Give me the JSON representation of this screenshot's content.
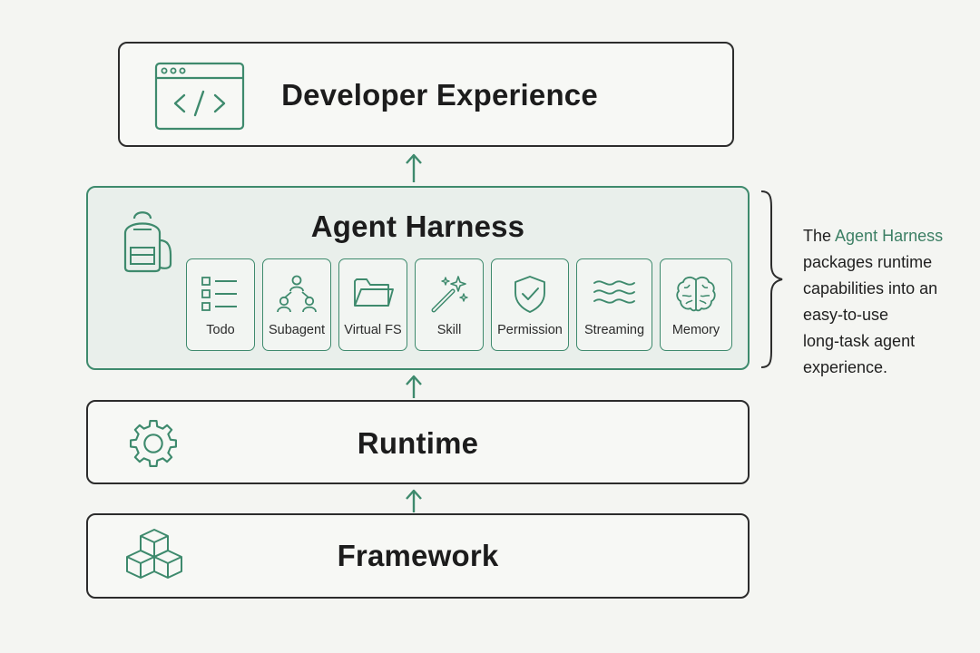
{
  "layers": {
    "developer_experience": {
      "title": "Developer Experience",
      "icon": "code-window-icon"
    },
    "agent_harness": {
      "title": "Agent Harness",
      "icon": "backpack-icon",
      "capabilities": [
        {
          "label": "Todo",
          "icon": "checklist-icon"
        },
        {
          "label": "Subagent",
          "icon": "subagent-tree-icon"
        },
        {
          "label": "Virtual FS",
          "icon": "folder-icon"
        },
        {
          "label": "Skill",
          "icon": "magic-wand-icon"
        },
        {
          "label": "Permission",
          "icon": "shield-check-icon"
        },
        {
          "label": "Streaming",
          "icon": "waves-icon"
        },
        {
          "label": "Memory",
          "icon": "brain-icon"
        }
      ]
    },
    "runtime": {
      "title": "Runtime",
      "icon": "gear-icon"
    },
    "framework": {
      "title": "Framework",
      "icon": "cubes-icon"
    }
  },
  "note": {
    "prefix": "The ",
    "highlight": "Agent Harness",
    "line1_rest": "packages runtime",
    "line2": "capabilities into an",
    "line3": "easy-to-use",
    "line4": "long-task agent",
    "line5": "experience."
  },
  "colors": {
    "accent": "#3e8a6d",
    "border": "#2c2c2c",
    "background": "#f4f5f2",
    "harness_fill": "#e9efeb"
  }
}
